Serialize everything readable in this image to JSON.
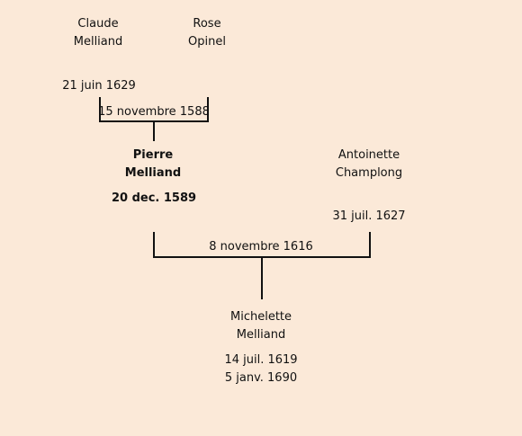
{
  "grandparents": {
    "father": {
      "first": "Claude",
      "last": "Melliand",
      "date": "21 juin 1629"
    },
    "mother": {
      "first": "Rose",
      "last": "Opinel"
    },
    "marriage_date": "15 novembre 1588"
  },
  "subject": {
    "first": "Pierre",
    "last": "Melliand",
    "birth": "20 dec. 1589"
  },
  "spouse": {
    "first": "Antoinette",
    "last": "Champlong",
    "date": "31 juil. 1627"
  },
  "marriage_date": "8 novembre 1616",
  "child": {
    "first": "Michelette",
    "last": "Melliand",
    "birth": "14 juil. 1619",
    "death": "5 janv. 1690"
  }
}
